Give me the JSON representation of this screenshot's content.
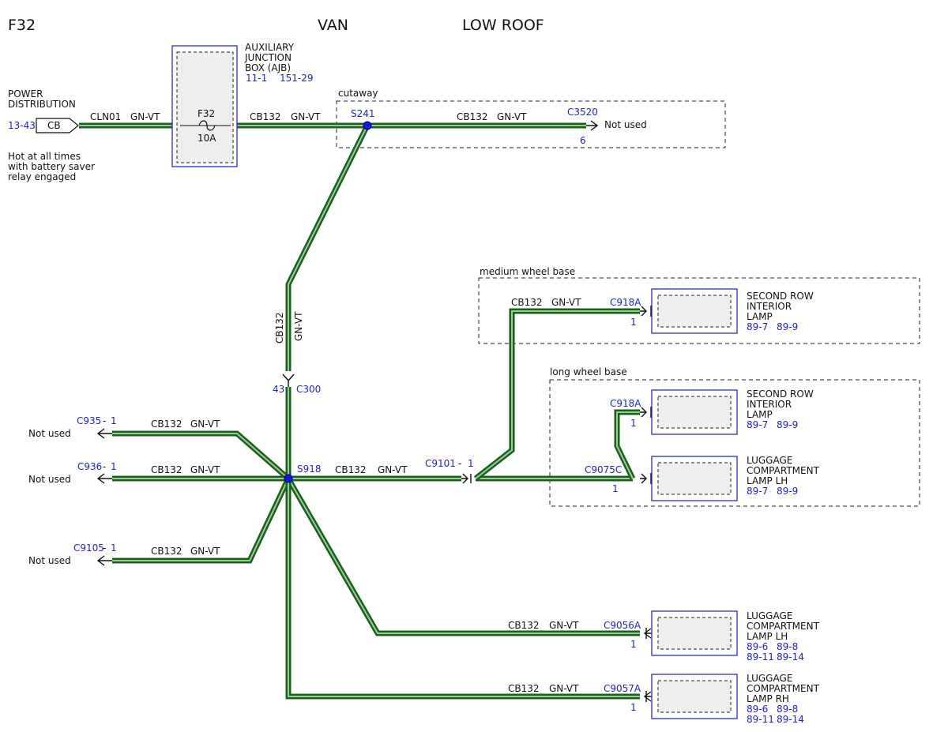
{
  "header": {
    "code": "F32",
    "body": "VAN",
    "roof": "LOW ROOF"
  },
  "power": {
    "title_1": "POWER",
    "title_2": "DISTRIBUTION",
    "ref": "13-43",
    "connector": "CB",
    "note_1": "Hot at all times",
    "note_2": "with battery saver",
    "note_3": "relay engaged"
  },
  "ajb": {
    "title_1": "AUXILIARY",
    "title_2": "JUNCTION",
    "title_3": "BOX (AJB)",
    "ref_1": "11-1",
    "ref_2": "151-29",
    "fuse": "F32",
    "rating": "10A"
  },
  "wire_in": {
    "circuit": "CLN01",
    "color": "GN-VT"
  },
  "wire": {
    "circuit": "CB132",
    "color": "GN-VT"
  },
  "cutaway": {
    "label": "cutaway",
    "splice": "S241",
    "conn": "C3520",
    "pin": "6",
    "status": "Not used"
  },
  "c300": {
    "pin": "43",
    "conn": "C300"
  },
  "s918": {
    "label": "S918"
  },
  "unused": [
    {
      "conn": "C935",
      "pin": "1",
      "status": "Not used"
    },
    {
      "conn": "C936",
      "pin": "1",
      "status": "Not used"
    },
    {
      "conn": "C9105",
      "pin": "1",
      "status": "Not used"
    }
  ],
  "inline": {
    "conn": "C9101",
    "pin": "1"
  },
  "medium": {
    "label": "medium wheel base",
    "conn": "C918A",
    "pin": "1",
    "dev_1": "SECOND ROW",
    "dev_2": "INTERIOR",
    "dev_3": "LAMP",
    "ref_1": "89-7",
    "ref_2": "89-9"
  },
  "long": {
    "label": "long wheel base",
    "upper": {
      "conn": "C918A",
      "pin": "1",
      "dev_1": "SECOND ROW",
      "dev_2": "INTERIOR",
      "dev_3": "LAMP",
      "ref_1": "89-7",
      "ref_2": "89-9"
    },
    "lower": {
      "conn": "C9075C",
      "pin": "1",
      "dev_1": "LUGGAGE",
      "dev_2": "COMPARTMENT",
      "dev_3": "LAMP LH",
      "ref_1": "89-7",
      "ref_2": "89-9"
    }
  },
  "lamp_lh": {
    "conn": "C9056A",
    "pin": "1",
    "dev_1": "LUGGAGE",
    "dev_2": "COMPARTMENT",
    "dev_3": "LAMP LH",
    "ref_1": "89-6",
    "ref_2": "89-8",
    "ref_3": "89-11",
    "ref_4": "89-14"
  },
  "lamp_rh": {
    "conn": "C9057A",
    "pin": "1",
    "dev_1": "LUGGAGE",
    "dev_2": "COMPARTMENT",
    "dev_3": "LAMP RH",
    "ref_1": "89-6",
    "ref_2": "89-8",
    "ref_3": "89-11",
    "ref_4": "89-14"
  },
  "colors": {
    "wire_outer": "#1f5e1f",
    "wire_inner": "#8fd18f",
    "ref_blue": "#1f1fd6",
    "box_blue": "#2a2ad8"
  }
}
